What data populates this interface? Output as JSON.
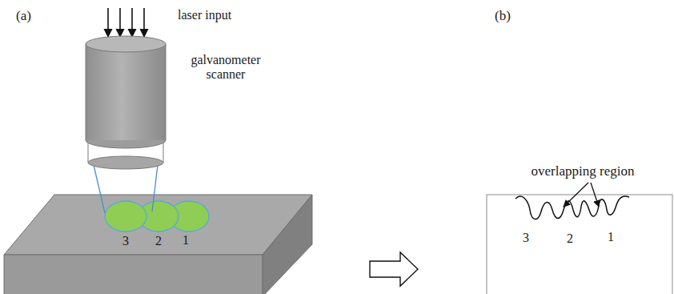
{
  "diagram": {
    "labels": [
      "(a)",
      "laser input",
      "galvanometer scanner",
      "3",
      "2",
      "1",
      "(b)",
      "overlapping region",
      "3",
      "2",
      "1"
    ]
  }
}
